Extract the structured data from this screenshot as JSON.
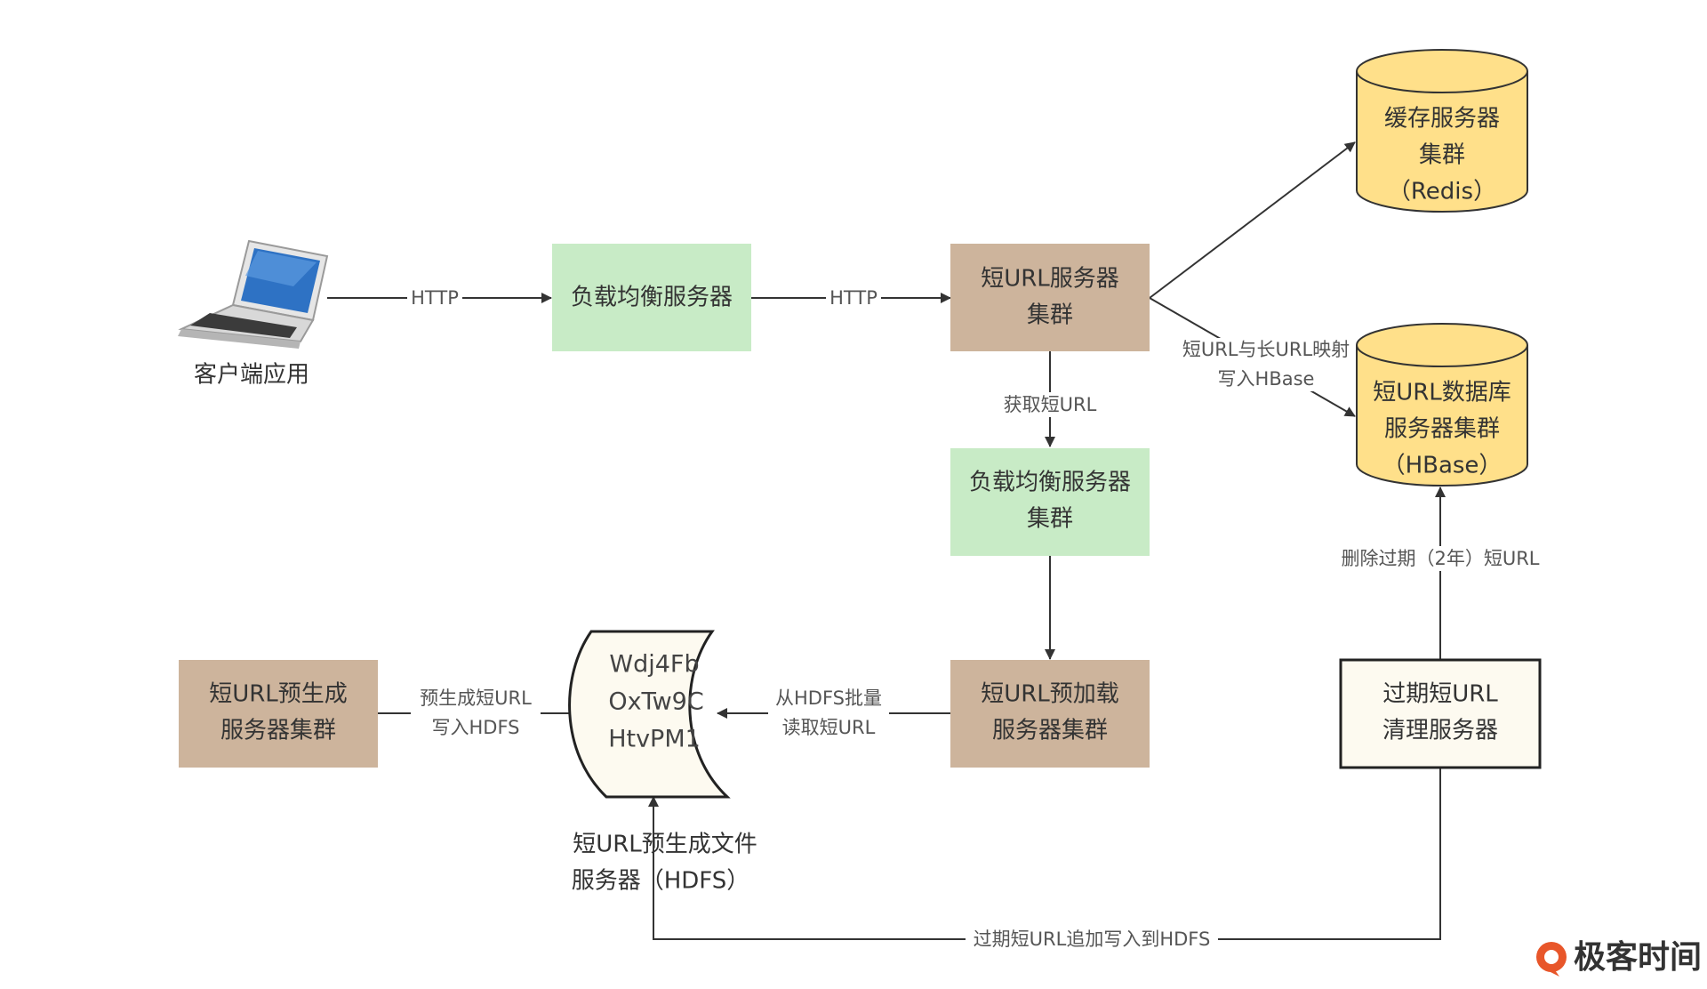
{
  "nodes": {
    "client": {
      "label": "客户端应用"
    },
    "lb1": {
      "label": "负载均衡服务器"
    },
    "short_url_cluster": {
      "line1": "短URL服务器",
      "line2": "集群"
    },
    "redis": {
      "line1": "缓存服务器",
      "line2": "集群",
      "line3": "（Redis）"
    },
    "hbase": {
      "line1": "短URL数据库",
      "line2": "服务器集群",
      "line3": "（HBase）"
    },
    "lb2": {
      "line1": "负载均衡服务器",
      "line2": "集群"
    },
    "pregen": {
      "line1": "短URL预生成",
      "line2": "服务器集群"
    },
    "preload": {
      "line1": "短URL预加载",
      "line2": "服务器集群"
    },
    "expire": {
      "line1": "过期短URL",
      "line2": "清理服务器"
    },
    "hdfs_file": {
      "lines": [
        "Wdj4Fb",
        "OxTw9C",
        "HtvPM1"
      ],
      "caption1": "短URL预生成文件",
      "caption2": "服务器（HDFS）"
    }
  },
  "edges": {
    "client_to_lb": "HTTP",
    "lb_to_cluster": "HTTP",
    "cluster_to_hbase_line1": "短URL与长URL映射",
    "cluster_to_hbase_line2": "写入HBase",
    "cluster_to_lb2": "获取短URL",
    "pregen_to_hdfs_line1": "预生成短URL",
    "pregen_to_hdfs_line2": "写入HDFS",
    "preload_from_hdfs_line1": "从HDFS批量",
    "preload_from_hdfs_line2": "读取短URL",
    "expire_to_hbase": "删除过期（2年）短URL",
    "expire_to_hdfs": "过期短URL追加写入到HDFS"
  },
  "watermark": {
    "text": "极客时间"
  },
  "colors": {
    "green_fill": "#c8ebc6",
    "brown_fill": "#cdb49c",
    "cylinder_fill": "#ffe08a",
    "cream_fill": "#fdfaf0",
    "watermark_accent": "#e8562a"
  }
}
